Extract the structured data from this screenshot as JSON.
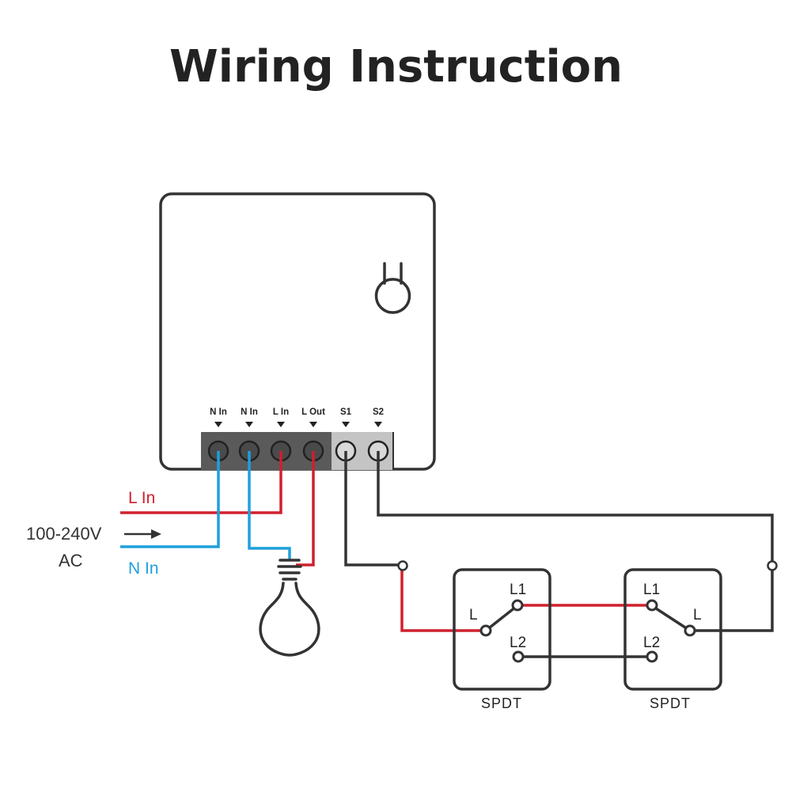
{
  "title": "Wiring Instruction",
  "terminals": [
    "N In",
    "N In",
    "L In",
    "L Out",
    "S1",
    "S2"
  ],
  "supply": {
    "line_label": "L In",
    "neutral_label": "N In",
    "voltage": "100-240V",
    "current_type": "AC"
  },
  "switches": [
    {
      "name": "SPDT",
      "common": "L",
      "travel1": "L1",
      "travel2": "L2"
    },
    {
      "name": "SPDT",
      "common": "L",
      "travel1": "L1",
      "travel2": "L2"
    }
  ],
  "colors": {
    "live": "#d0202e",
    "neutral": "#1ea0dc",
    "control": "#333333",
    "terminal_dark": "#5a5a5a",
    "terminal_light": "#c4c4c4"
  },
  "icons": [
    "wifi-antenna-icon",
    "light-bulb-icon",
    "arrow-right-icon"
  ]
}
